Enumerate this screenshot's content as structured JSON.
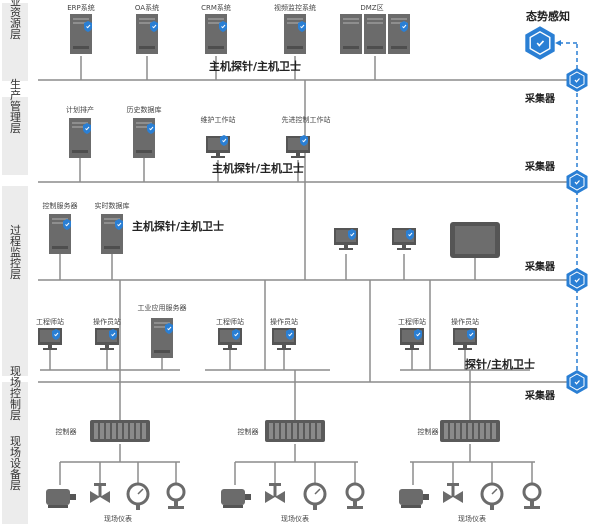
{
  "layers": [
    {
      "label": "企业资源层"
    },
    {
      "label": "生产管理层"
    },
    {
      "label": "过程监控层"
    },
    {
      "label": "现场控制层"
    },
    {
      "label": "现场设备层"
    }
  ],
  "enterprise": {
    "servers": [
      "ERP系统",
      "OA系统",
      "CRM系统",
      "视频监控系统",
      "DMZ区"
    ],
    "probe": "主机探针/主机卫士"
  },
  "management": {
    "servers": [
      "计划排产",
      "历史数据库"
    ],
    "workstations": [
      "维护工作站",
      "先进控制工作站"
    ],
    "probe": "主机探针/主机卫士"
  },
  "monitoring": {
    "servers": [
      "控制服务器",
      "实时数据库"
    ],
    "probe": "主机探针/主机卫士"
  },
  "control": {
    "groups": [
      {
        "eng": "工程师站",
        "op": "操作员站",
        "server": "工业应用服务器"
      },
      {
        "eng": "工程师站",
        "op": "操作员站"
      },
      {
        "eng": "工程师站",
        "op": "操作员站"
      }
    ],
    "probe": "探针/主机卫士",
    "controller": "控制器"
  },
  "devices": {
    "label": "现场仪表"
  },
  "collector": "采集器",
  "awareness": "态势感知",
  "colors": {
    "line": "#8c8c8c",
    "device": "#6b6b6b",
    "shield": "#2a7fd4",
    "bg_band": "#ececec"
  }
}
